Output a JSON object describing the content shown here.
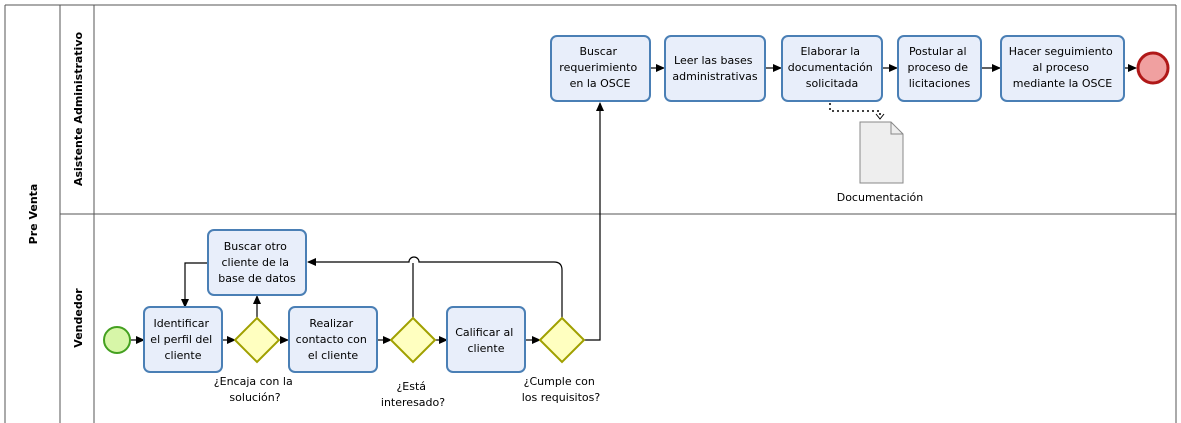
{
  "pool": {
    "label": "Pre Venta"
  },
  "lanes": {
    "asistente": {
      "label": "Asistente Administrativo"
    },
    "vendedor": {
      "label": "Vendedor"
    }
  },
  "tasks": {
    "identificar": {
      "lines": [
        "Identificar",
        "el perfil del",
        "cliente"
      ]
    },
    "buscar_otro": {
      "lines": [
        "Buscar otro",
        "cliente de la",
        "base de datos"
      ]
    },
    "realizar": {
      "lines": [
        "Realizar",
        "contacto con",
        "el cliente"
      ]
    },
    "calificar": {
      "lines": [
        "Calificar al",
        "cliente"
      ]
    },
    "buscar_req": {
      "lines": [
        "Buscar",
        "requerimiento",
        "en la OSCE"
      ]
    },
    "leer": {
      "lines": [
        "Leer las bases",
        "administrativas"
      ]
    },
    "elaborar": {
      "lines": [
        "Elaborar la",
        "documentación",
        "solicitada"
      ]
    },
    "postular": {
      "lines": [
        "Postular al",
        "proceso de",
        "licitaciones"
      ]
    },
    "seguimiento": {
      "lines": [
        "Hacer seguimiento",
        "al proceso",
        "mediante la OSCE"
      ]
    }
  },
  "gateways": {
    "encaja": {
      "lines": [
        "¿Encaja con la",
        "solución?"
      ]
    },
    "interesado": {
      "lines": [
        "¿Está",
        "interesado?"
      ]
    },
    "cumple": {
      "lines": [
        "¿Cumple con",
        "los requisitos?"
      ]
    }
  },
  "artifact": {
    "label": "Documentación"
  },
  "colors": {
    "task_fill": "#e8eefa",
    "task_stroke": "#4a7fb5",
    "gateway_fill": "#ffffc0",
    "gateway_stroke": "#a0a000",
    "start_fill": "#d7f6a8",
    "start_stroke": "#44a020",
    "end_fill": "#f0a0a0",
    "end_stroke": "#b01818"
  }
}
